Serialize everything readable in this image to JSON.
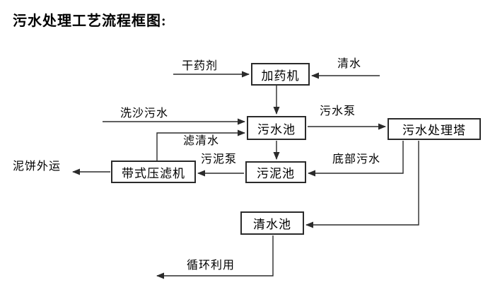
{
  "title": "污水处理工艺流程框图:",
  "nodes": {
    "dosing_machine": {
      "label": "加药机"
    },
    "sewage_pool": {
      "label": "污水池"
    },
    "treatment_tower": {
      "label": "污水处理塔"
    },
    "sludge_pool": {
      "label": "污泥池"
    },
    "belt_filter_press": {
      "label": "带式压滤机"
    },
    "clean_water_pool": {
      "label": "清水池"
    }
  },
  "edge_labels": {
    "dry_chemical": "干药剂",
    "clean_water": "清水",
    "sand_washing_sewage": "洗沙污水",
    "filtered_water": "滤清水",
    "sewage_pump": "污水泵",
    "bottom_sewage": "底部污水",
    "sludge_pump": "污泥泵",
    "mud_cake_out": "泥饼外运",
    "recycle_use": "循环利用"
  },
  "colors": {
    "line": "#2b2b2b",
    "text": "#000000",
    "background": "#ffffff"
  }
}
